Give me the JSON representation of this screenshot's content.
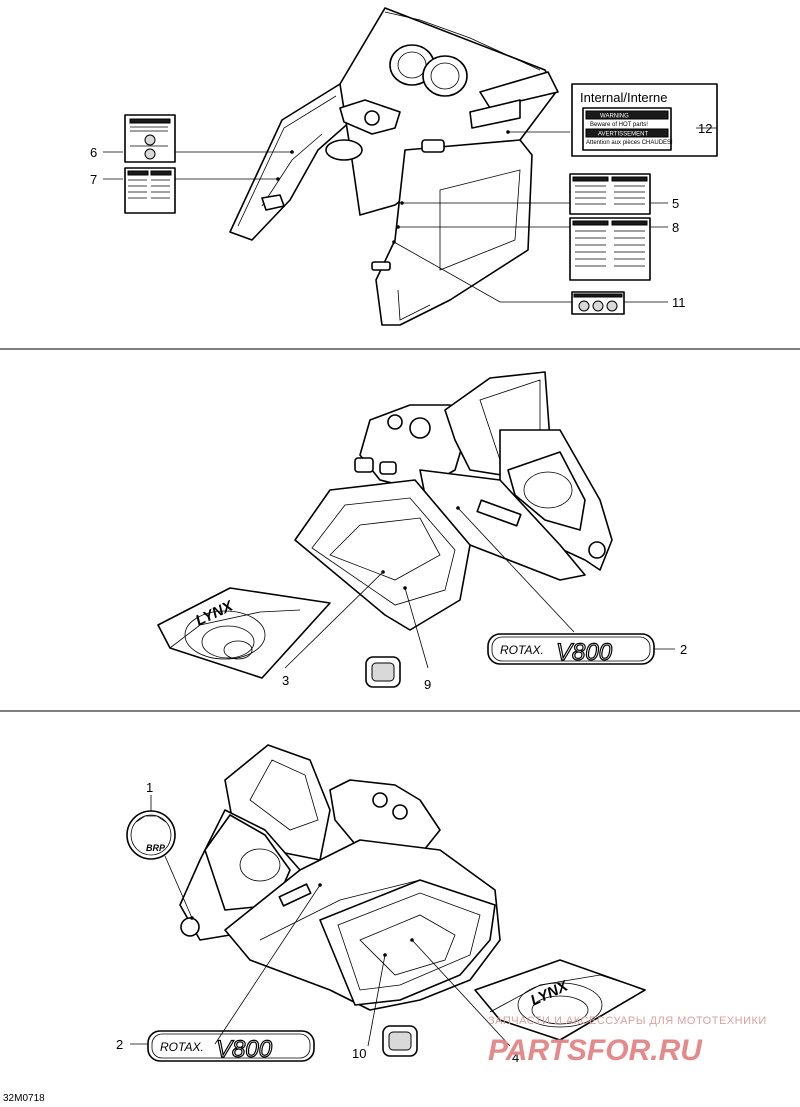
{
  "callouts": {
    "c1": "1",
    "c2a": "2",
    "c2b": "2",
    "c3": "3",
    "c4": "4",
    "c5": "5",
    "c6": "6",
    "c7": "7",
    "c8": "8",
    "c9": "9",
    "c10": "10",
    "c11": "11",
    "c12": "12"
  },
  "labels": {
    "internal_title": "Internal/Interne",
    "warning": "WARNING",
    "beware": "Beware of HOT parts!",
    "avertissement": "AVERTISSEMENT",
    "attention": "Attention aux pièces CHAUDES!",
    "rotax": "ROTAX.",
    "v800": "V800",
    "lynx": "LYNX",
    "brp": "BRP"
  },
  "figure_code": "32M0718",
  "watermark": {
    "line1": "ЗАПЧАСТИ И АКСЕССУАРЫ ДЛЯ МОТОТЕХНИКИ",
    "line2": "PARTSFOR.RU"
  }
}
